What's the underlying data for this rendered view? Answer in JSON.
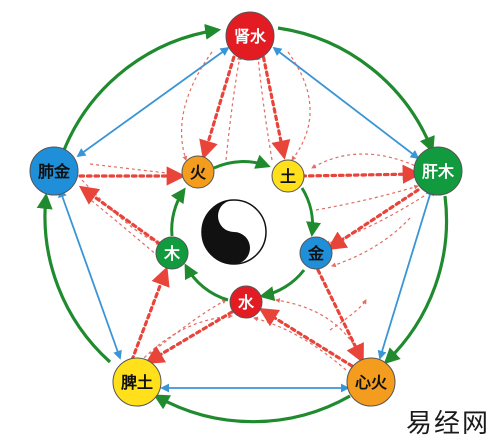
{
  "outer_nodes": [
    {
      "id": "kidney",
      "label": "肾水",
      "color": "#e31b23",
      "text_color": "#ffffff"
    },
    {
      "id": "liver",
      "label": "肝木",
      "color": "#129a3e",
      "text_color": "#ffffff"
    },
    {
      "id": "heart",
      "label": "心火",
      "color": "#f39c1e",
      "text_color": "#111111"
    },
    {
      "id": "spleen",
      "label": "脾土",
      "color": "#ffe01a",
      "text_color": "#111111"
    },
    {
      "id": "lung",
      "label": "肺金",
      "color": "#1e8fd8",
      "text_color": "#111111"
    }
  ],
  "inner_nodes": [
    {
      "id": "fire",
      "label": "火",
      "color": "#f39c1e",
      "text_color": "#111111"
    },
    {
      "id": "earth",
      "label": "土",
      "color": "#ffe01a",
      "text_color": "#111111"
    },
    {
      "id": "metal",
      "label": "金",
      "color": "#1e8fd8",
      "text_color": "#111111"
    },
    {
      "id": "water",
      "label": "水",
      "color": "#e31b23",
      "text_color": "#ffffff"
    },
    {
      "id": "wood",
      "label": "木",
      "color": "#129a3e",
      "text_color": "#ffffff"
    }
  ],
  "colors": {
    "generating_cycle": "#1f8a2e",
    "adjacent_links": "#3a95d6",
    "controlling_dotted": "#e8443a",
    "thin_dashed": "#e36b62"
  },
  "watermark": "易经网"
}
